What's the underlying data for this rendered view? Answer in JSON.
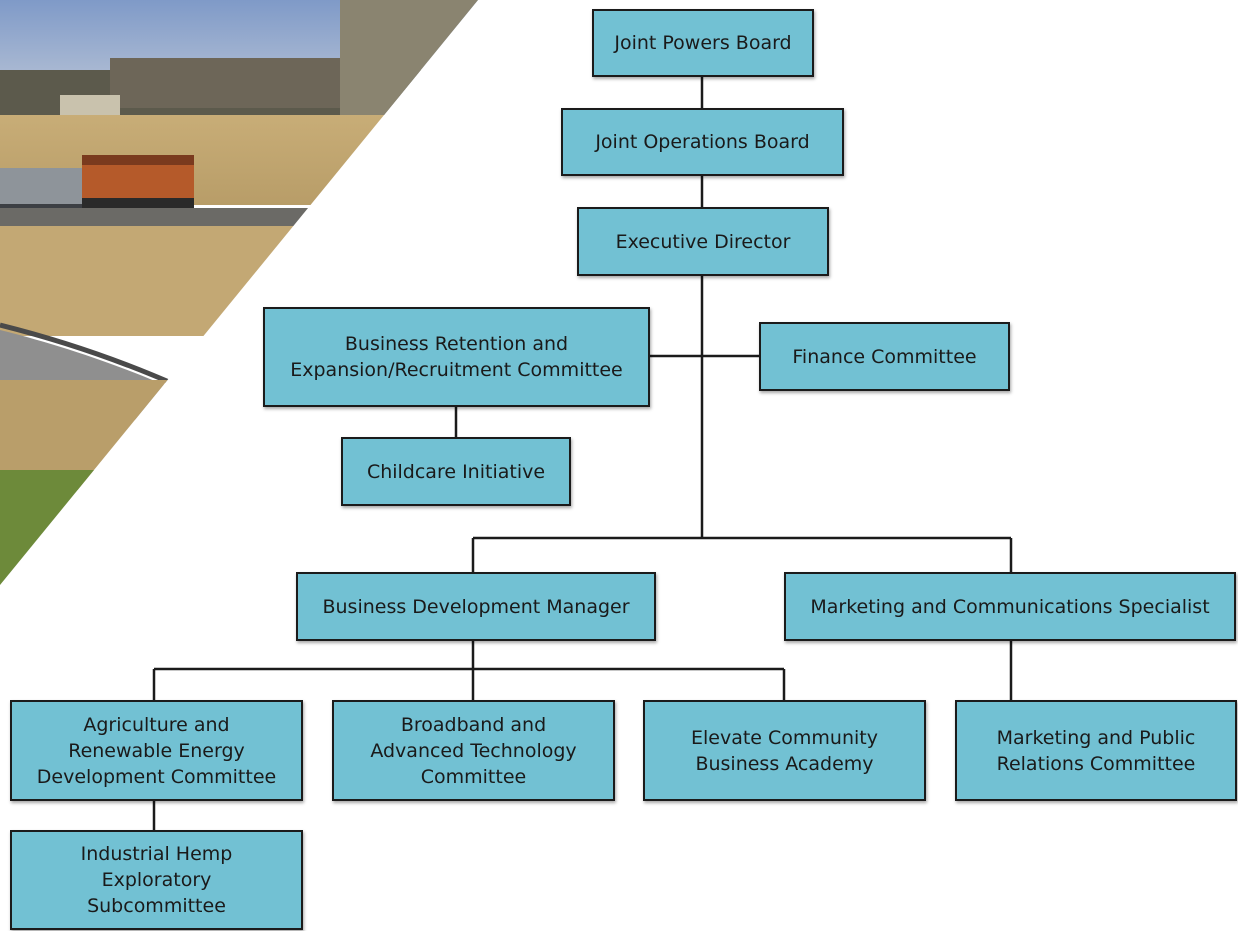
{
  "colors": {
    "box_fill": "#72c1d3",
    "box_border": "#1b1b1b",
    "connector": "#1b1b1b",
    "background": "#ffffff"
  },
  "photo": {
    "subject": "freight train on rural tracks",
    "icon": "train-photo"
  },
  "org": {
    "joint_powers_board": "Joint Powers Board",
    "joint_operations_board": "Joint Operations Board",
    "executive_director": "Executive Director",
    "bre_committee": "Business Retention and\nExpansion/Recruitment Committee",
    "finance_committee": "Finance Committee",
    "childcare_initiative": "Childcare Initiative",
    "business_development_manager": "Business Development Manager",
    "marketing_specialist": "Marketing and Communications Specialist",
    "agriculture_committee": "Agriculture and\nRenewable Energy\nDevelopment Committee",
    "broadband_committee": "Broadband and\nAdvanced Technology\nCommittee",
    "elevate_academy": "Elevate Community\nBusiness Academy",
    "marketing_pr_committee": "Marketing and Public\nRelations Committee",
    "hemp_subcommittee": "Industrial Hemp\nExploratory\nSubcommittee"
  }
}
